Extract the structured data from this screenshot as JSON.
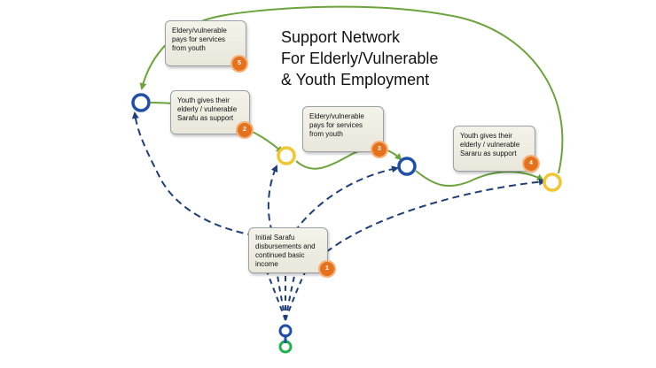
{
  "title": {
    "lines": [
      "Support Network",
      "For Elderly/Vulnerable",
      "& Youth Employment"
    ]
  },
  "steps": [
    {
      "number": "1",
      "lines": [
        "Initial Sarafu",
        "disbursements and",
        "continued basic",
        "income"
      ]
    },
    {
      "number": "2",
      "lines": [
        "Youth gives their",
        "elderly / vulnerable",
        "Sarafu as support"
      ]
    },
    {
      "number": "3",
      "lines": [
        "Eldery/vulnerable",
        "pays for services",
        "from youth"
      ]
    },
    {
      "number": "4",
      "lines": [
        "Youth gives their",
        "elderly / vulnerable",
        "Sararu as support"
      ]
    },
    {
      "number": "5",
      "lines": [
        "Eldery/vulnerable",
        "pays for services",
        "from youth"
      ]
    }
  ],
  "colors": {
    "elderly_node": "#1f4fa8",
    "youth_node": "#f2c531",
    "support_flow": "#6ba43a",
    "disbursement_flow": "#1f3f7a",
    "badge": "#e5711c",
    "source_link_top": "#1f4fa8",
    "source_link_bottom": "#22b04b"
  },
  "icons": {
    "source": "chain-link-icon"
  }
}
